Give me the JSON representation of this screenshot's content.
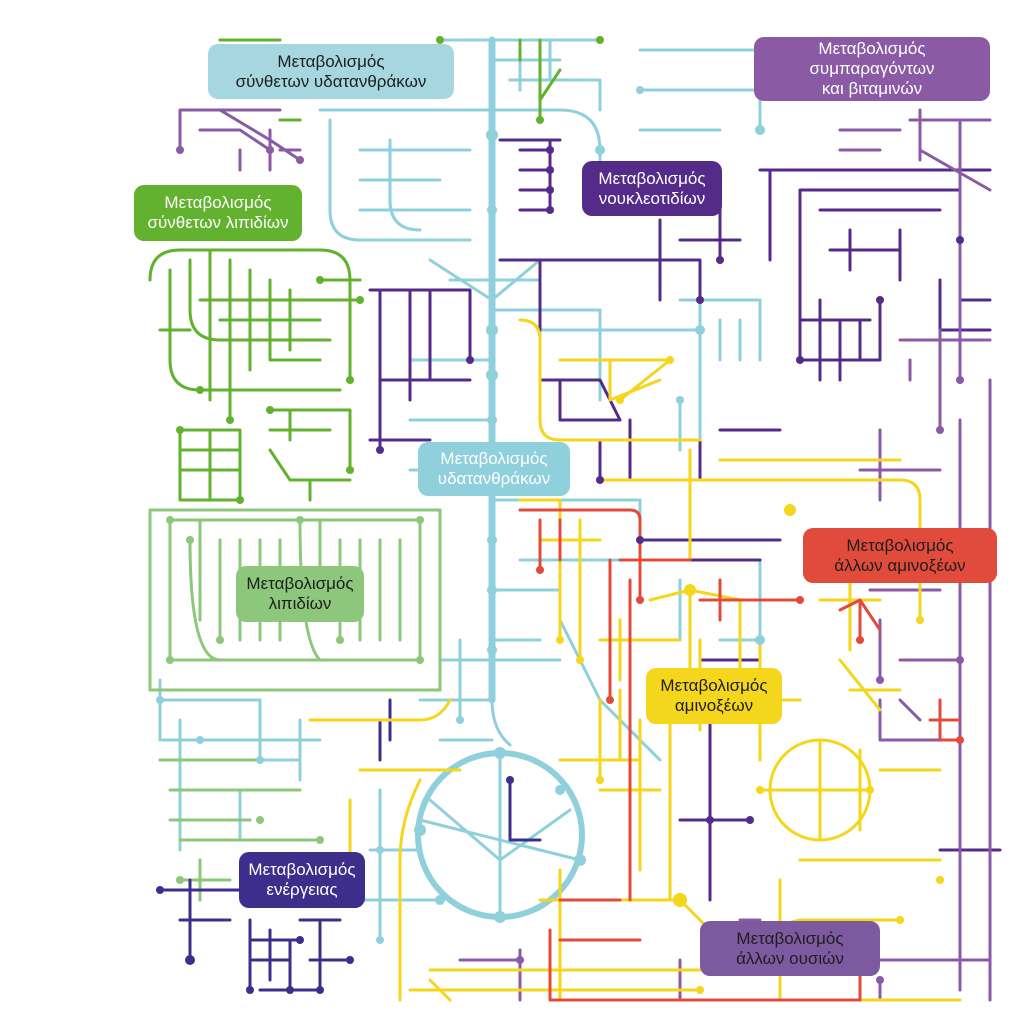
{
  "colors": {
    "carbohydrate": "#8fd0dc",
    "lipid": "#8cc77b",
    "complex_lipid": "#62b22f",
    "nucleotide": "#552b8a",
    "energy": "#3d2e8c",
    "amino_acid": "#f4d61d",
    "other_amino_acid": "#e14b3b",
    "cofactor": "#8a5aa5",
    "other_substances": "#7d5aa0",
    "complex_carbohydrate": "#a6d7e0"
  },
  "labels": {
    "complex_carbohydrate": "Μεταβολισμός\nσύνθετων υδατανθράκων",
    "cofactor_vitamin": "Μεταβολισμός\nσυμπαραγόντων\nκαι βιταμινών",
    "complex_lipid": "Μεταβολισμός\nσύνθετων λιπιδίων",
    "nucleotide": "Μεταβολισμός\nνουκλεοτιδίων",
    "carbohydrate": "Μεταβολισμός\nυδατανθράκων",
    "other_amino_acid": "Μεταβολισμός\nάλλων αμινοξέων",
    "lipid": "Μεταβολισμός\nλιπιδίων",
    "amino_acid": "Μεταβολισμός\nαμινοξέων",
    "energy": "Μεταβολισμός\nενέργειας",
    "other_substances": "Μεταβολισμός\nάλλων ουσιών"
  }
}
